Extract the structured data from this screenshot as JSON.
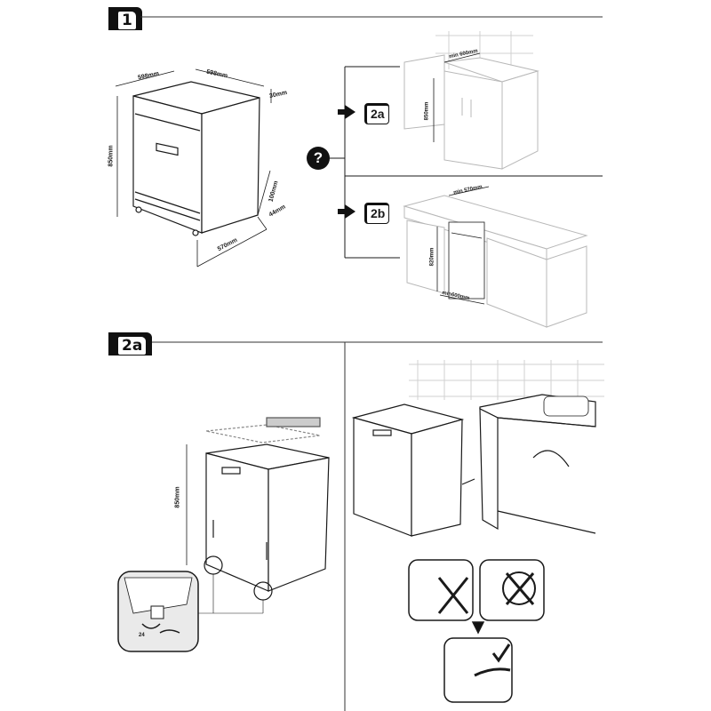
{
  "section1": {
    "badge": "1"
  },
  "section2a": {
    "badge": "2a"
  },
  "options": {
    "a": "2a",
    "b": "2b",
    "question": "?"
  },
  "dims_main": {
    "depth": "598mm",
    "width": "598mm",
    "top": "30mm",
    "height": "850mm",
    "step1": "100mm",
    "step2": "44mm",
    "base": "570mm"
  },
  "dims_2a": {
    "min_width": "min 600mm",
    "height": "850mm"
  },
  "dims_2b": {
    "min_depth": "min 570mm",
    "height": "820mm",
    "min_width": "min600mm"
  },
  "dims_install": {
    "height": "850mm",
    "wrench": "24"
  },
  "colors": {
    "line": "#1a1a1a",
    "ghost": "#b8b8b8",
    "tile": "#d0d0d0",
    "fill": "#f4f4f4"
  }
}
